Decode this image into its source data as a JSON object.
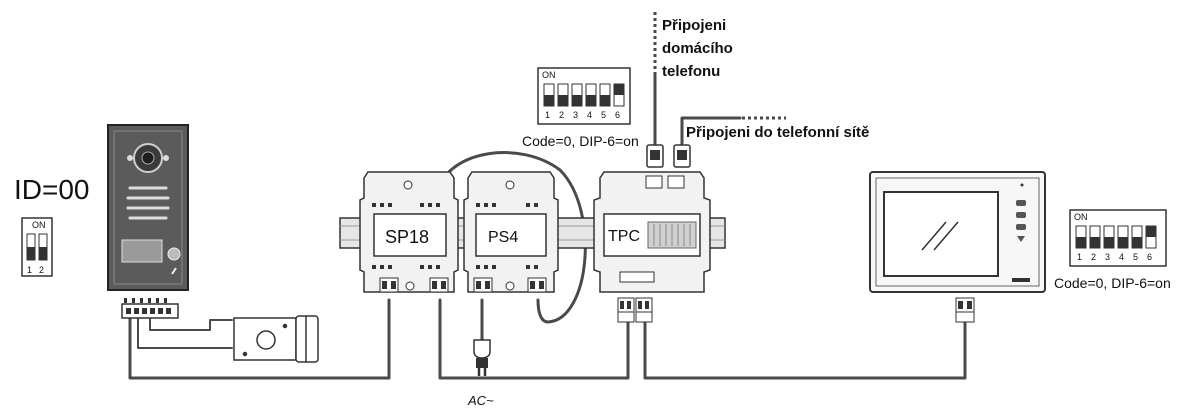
{
  "labels": {
    "id": "ID=00",
    "dip_on": "ON",
    "dip_nums_2": [
      "1",
      "2"
    ],
    "dip_nums_6": [
      "1",
      "2",
      "3",
      "4",
      "5",
      "6"
    ],
    "sp18": "SP18",
    "ps4": "PS4",
    "tpc": "TPC",
    "code_tpc": "Code=0, DIP-6=on",
    "code_monitor": "Code=0, DIP-6=on",
    "home_phone": [
      "Připojeni",
      "domácího",
      "telefonu"
    ],
    "tel_network": "Připojeni do telefonní sítě",
    "ac": "AC~"
  },
  "colors": {
    "line": "#4a4a4a",
    "panel": "#5b5b5b",
    "module_fill": "#f2f2f2",
    "stroke": "#333333"
  }
}
